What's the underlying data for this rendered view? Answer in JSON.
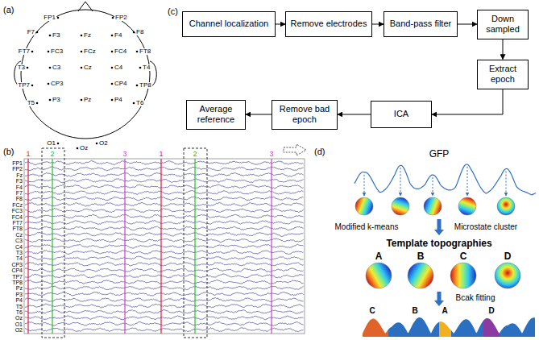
{
  "diagram": {
    "nodes": [
      {
        "text": [
          "Channel localization"
        ]
      },
      {
        "text": [
          "Remove electrodes"
        ]
      },
      {
        "text": [
          "Band-pass filter"
        ]
      },
      {
        "text": [
          "Down sampled"
        ]
      },
      {
        "text": [
          "Extract epoch"
        ]
      },
      {
        "text": [
          "ICA"
        ]
      },
      {
        "text": [
          "Remove bad epoch"
        ]
      },
      {
        "text": [
          "Average reference"
        ]
      }
    ],
    "edges": [
      {
        "from": 0,
        "to": 1,
        "arrow": "to"
      },
      {
        "from": 1,
        "to": 2,
        "arrow": "to"
      },
      {
        "from": 2,
        "to": 3,
        "arrow": "to"
      },
      {
        "from": 3,
        "to": 4,
        "arrow": "to"
      },
      {
        "from": 4,
        "to": 5,
        "arrow": "to"
      },
      {
        "from": 5,
        "to": 6,
        "arrow": "to"
      },
      {
        "from": 6,
        "to": 7,
        "arrow": "to"
      }
    ],
    "labels": [
      "(a)",
      "FP1",
      "FP2",
      "F7",
      "F3",
      "Fz",
      "F4",
      "F8",
      "FT7",
      "FC3",
      "FCz",
      "FC4",
      "FT8",
      "T3",
      "C3",
      "Cz",
      "C4",
      "T4",
      "TP7",
      "CP3",
      "CP4",
      "TP8",
      "T5",
      "P3",
      "Pz",
      "P4",
      "T6",
      "O1",
      "Oz",
      "O2",
      "(b)",
      "1",
      "2",
      "3",
      "1",
      "2",
      "3",
      "FP1",
      "FP2",
      "Fz",
      "F3",
      "F4",
      "F7",
      "F8",
      "FCz",
      "FC3",
      "FC4",
      "FT7",
      "FT8",
      "Cz",
      "C3",
      "C4",
      "T3",
      "T4",
      "CP3",
      "CP4",
      "TP7",
      "TP8",
      "Pz",
      "P3",
      "P4",
      "T5",
      "T6",
      "Oz",
      "O1",
      "O2",
      "(c)",
      "(d)",
      "GFP",
      "Modified k-means",
      "Microstate cluster",
      "Template topographies",
      "A",
      "B",
      "C",
      "D",
      "Bcak fitting",
      "C",
      "B",
      "A",
      "D"
    ]
  }
}
